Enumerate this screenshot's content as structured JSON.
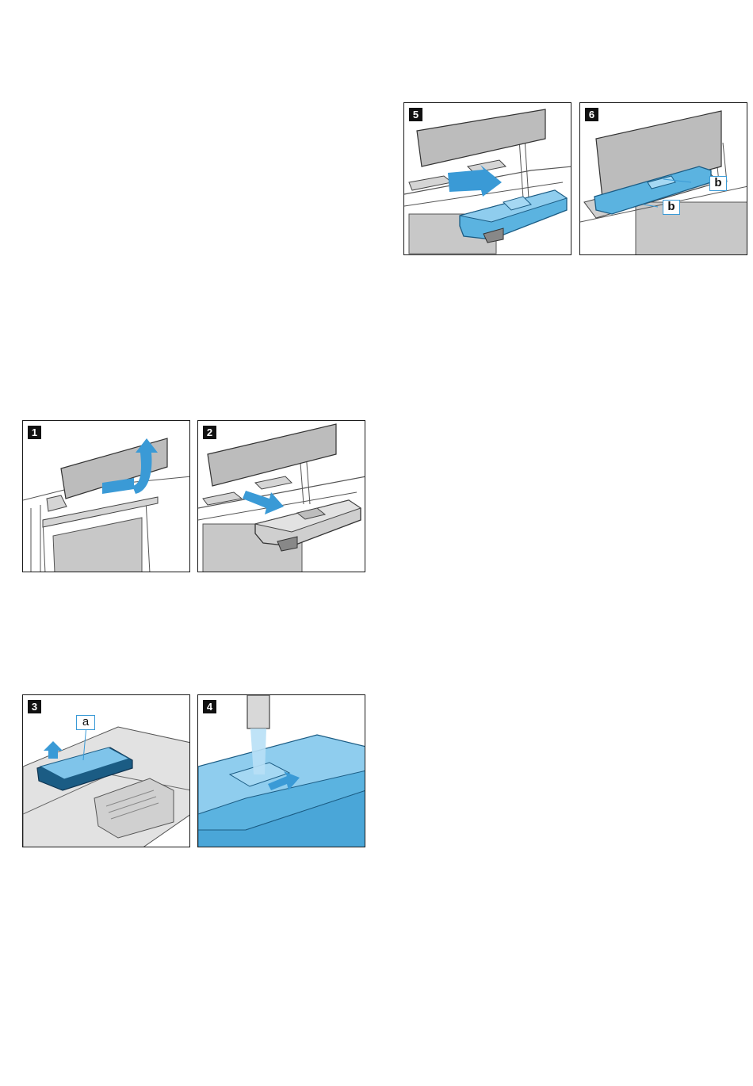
{
  "panels": [
    {
      "step": "5"
    },
    {
      "step": "6",
      "callouts": [
        "b",
        "b"
      ]
    },
    {
      "step": "1"
    },
    {
      "step": "2"
    },
    {
      "step": "3",
      "callouts": [
        "a"
      ]
    },
    {
      "step": "4"
    }
  ],
  "colors": {
    "water_blue": "#5bb3e0",
    "arrow_blue": "#3a9ad6",
    "tank_grey": "#cfcfcf",
    "oven_grey": "#c8c8c8",
    "badge_black": "#111111"
  }
}
